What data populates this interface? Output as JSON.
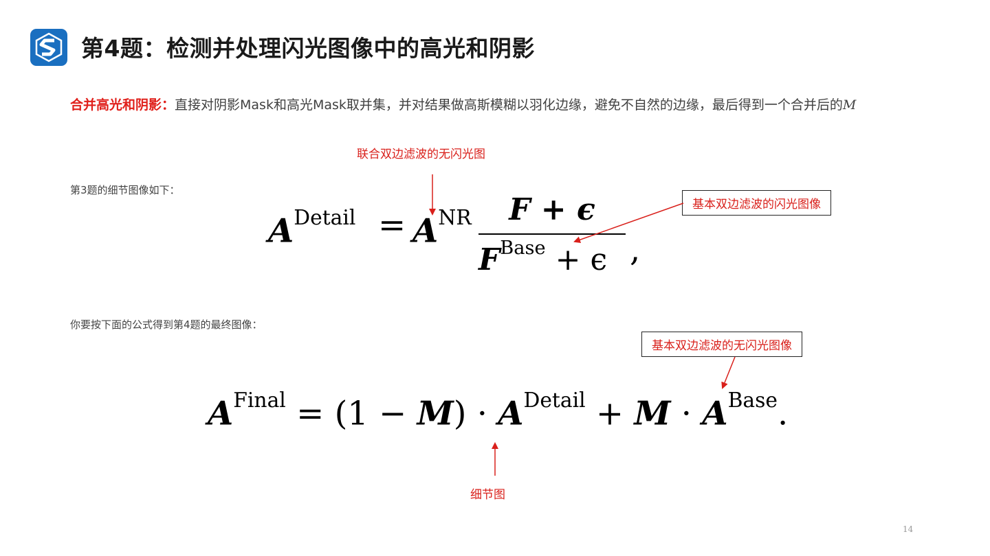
{
  "header": {
    "title": "第4题：检测并处理闪光图像中的高光和阴影"
  },
  "intro": {
    "highlight": "合并高光和阴影：",
    "text": "直接对阴影Mask和高光Mask取并集，并对结果做高斯模糊以羽化边缘，避免不自然的边缘，最后得到一个合并后的",
    "math_var": "M"
  },
  "notes": {
    "detail_intro": "第3题的细节图像如下：",
    "final_intro": "你要按下面的公式得到第4题的最终图像："
  },
  "annotations": {
    "joint_bilateral": "联合双边滤波的无闪光图",
    "base_flash": "基本双边滤波的闪光图像",
    "base_noflash": "基本双边滤波的无闪光图像",
    "detail_map": "细节图"
  },
  "eq_detail": {
    "A": "A",
    "sup_detail": "Detail",
    "equals": "=",
    "sup_nr": "NR",
    "numerator": "F + ϵ",
    "F": "F",
    "sup_base": "Base",
    "den_tail": "+ ϵ",
    "comma": ","
  },
  "eq_final": {
    "A": "A",
    "sup_final": "Final",
    "mid1": "= (1 − ",
    "M": "M",
    "mid2": ") · ",
    "sup_detail": "Detail",
    "mid3": " + ",
    "mid4": " · ",
    "sup_base": "Base",
    "end": "."
  },
  "footer": {
    "page_number": "14"
  },
  "colors": {
    "brand_blue": "#1a6fc0",
    "accent_red": "#e0201b"
  }
}
